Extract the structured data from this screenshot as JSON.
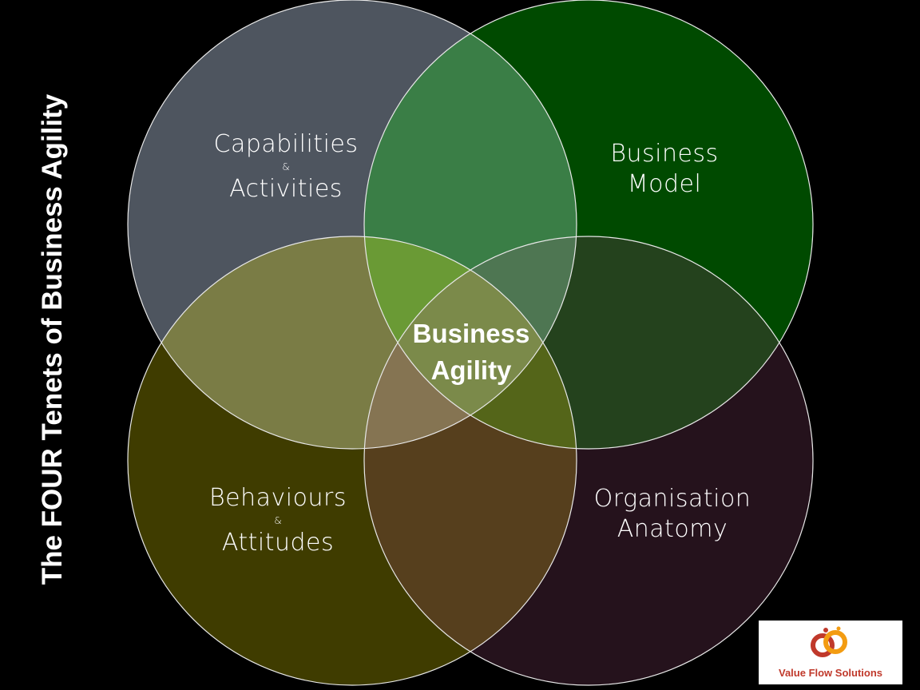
{
  "side_title": "The FOUR Tenets of Business Agility",
  "center": {
    "line1": "Business",
    "line2": "Agility"
  },
  "circles": {
    "capabilities": {
      "line1": "Capabilities",
      "amp": "&",
      "line2": "Activities",
      "color": "#4e555f"
    },
    "business_model": {
      "line1": "Business",
      "line2": "Model",
      "color": "#004a00"
    },
    "behaviours": {
      "line1": "Behaviours",
      "amp": "&",
      "line2": "Attitudes",
      "color": "#3f3c00"
    },
    "organisation": {
      "line1": "Organisation",
      "line2": "Anatomy",
      "color": "#25121c"
    }
  },
  "overlap_colors": {
    "cap_bm": "#3a7e46",
    "cap_beh": "#7a7c45",
    "bm_org": "#24421d",
    "beh_org": "#563f1d",
    "cap_bm_beh": "#6a9a35",
    "cap_bm_org": "#4e7652",
    "cap_beh_org": "#857452",
    "bm_beh_org": "#546519",
    "all": "#7b8a4a"
  },
  "logo": {
    "text": "Value Flow Solutions",
    "accent": "#c0392b",
    "accent2": "#f39c12"
  }
}
